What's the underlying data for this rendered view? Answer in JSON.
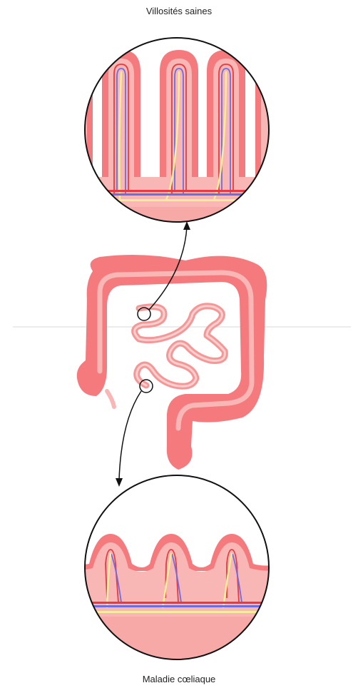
{
  "labels": {
    "top": "Villosités saines",
    "bottom": "Maladie cœliaque"
  },
  "colors": {
    "wall": "#f47a7e",
    "wall_dark": "#ee5f64",
    "tissue": "#f8b6b4",
    "small_intestine": "#f59797",
    "artery": "#e83a43",
    "vein": "#6b6de0",
    "lymph": "#f4ee9a",
    "outline": "#111111",
    "divider": "#d9d9d9"
  },
  "icons": {
    "arrow_up": "arrowhead-up",
    "arrow_down": "arrowhead-down"
  }
}
